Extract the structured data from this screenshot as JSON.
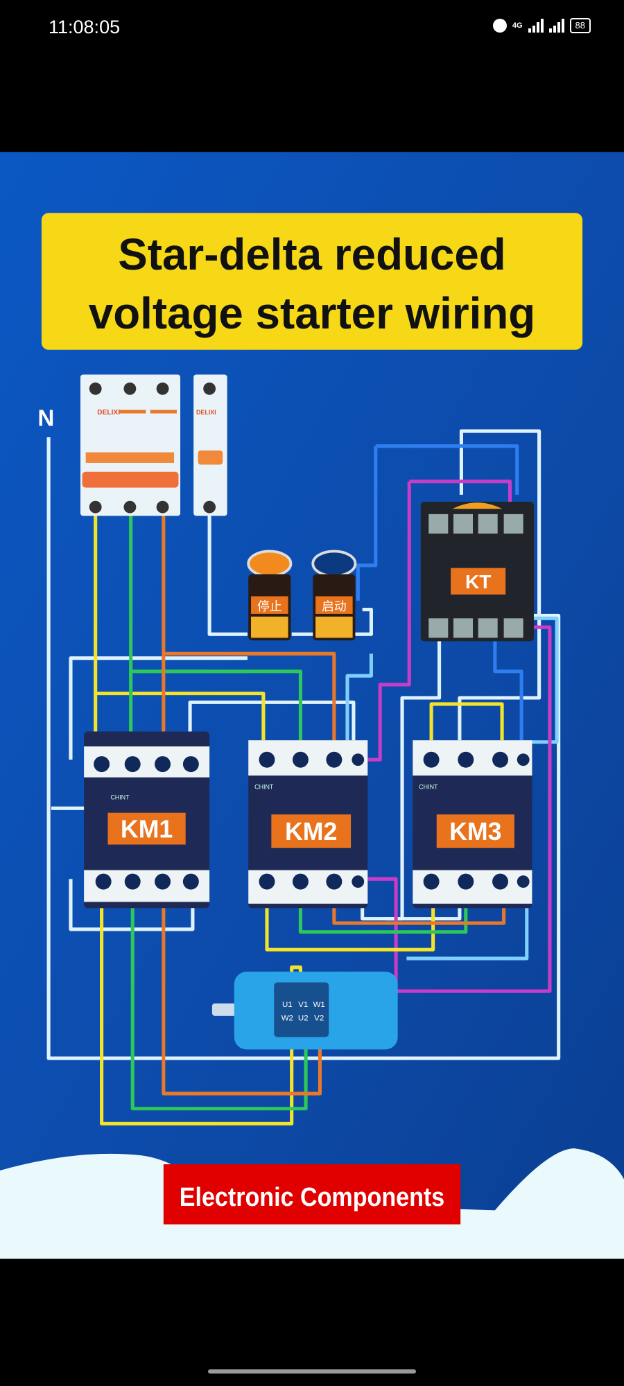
{
  "status_bar": {
    "time": "11:08:05",
    "network": "4G",
    "battery": "88",
    "icons": [
      "alarm-icon",
      "signal-icon",
      "signal-icon",
      "battery-icon"
    ]
  },
  "video": {
    "title_line1": "Star-delta reduced",
    "title_line2": "voltage starter wiring",
    "neutral_label": "N",
    "breaker_brand": "DELIXI",
    "contactor_brand": "CHINT",
    "stop_button_label": "停止",
    "start_button_label": "启动",
    "timer_label": "KT",
    "contactors": [
      "KM1",
      "KM2",
      "KM3"
    ],
    "motor_terminals_top": [
      "U1",
      "V1",
      "W1"
    ],
    "motor_terminals_bottom": [
      "W2",
      "U2",
      "V2"
    ],
    "banner": "Electronic Components"
  },
  "colors": {
    "background": "#0d4fb0",
    "title_box": "#f7d816",
    "label_orange": "#e8731c",
    "banner_red": "#e00000",
    "wire_yellow": "#f3e42a",
    "wire_green": "#2ec85a",
    "wire_orange": "#e8782a",
    "wire_white": "#dff3ff",
    "wire_magenta": "#c83cc8",
    "wire_blue": "#2f7ef0"
  }
}
